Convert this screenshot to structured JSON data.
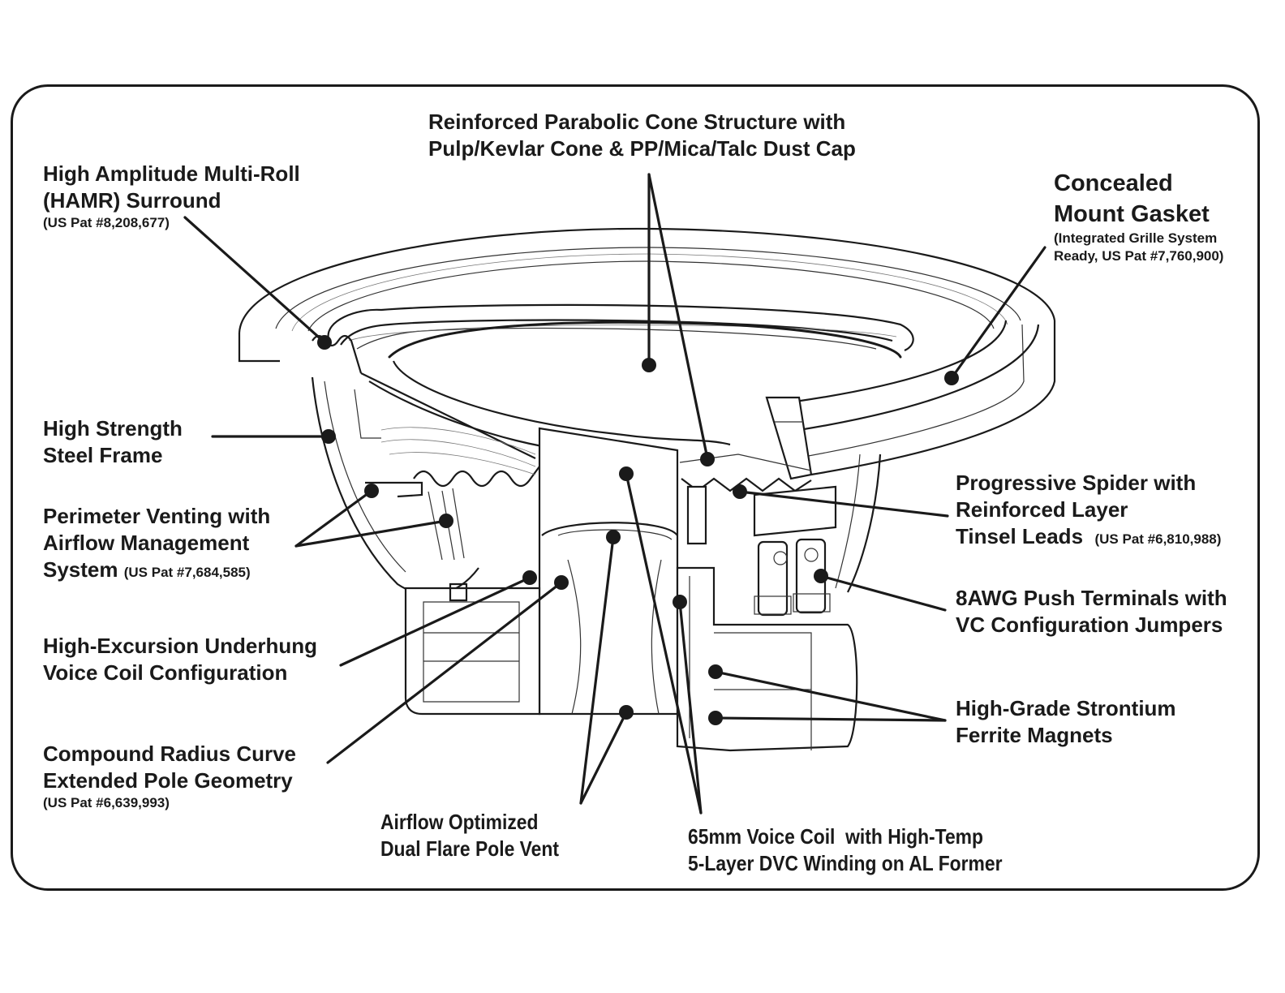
{
  "diagram": {
    "subject": "Subwoofer cutaway diagram",
    "labels": {
      "cone": {
        "lines": [
          "Reinforced Parabolic Cone Structure with",
          "Pulp/Kevlar Cone & PP/Mica/Talc Dust Cap"
        ]
      },
      "surround": {
        "lines": [
          "High Amplitude Multi-Roll",
          "(HAMR) Surround"
        ],
        "note": "(US Pat #8,208,677)"
      },
      "gasket": {
        "lines": [
          "Concealed",
          "Mount Gasket"
        ],
        "note_lines": [
          "(Integrated Grille System",
          "Ready, US Pat #7,760,900)"
        ]
      },
      "frame": {
        "lines": [
          "High Strength",
          "Steel Frame"
        ]
      },
      "venting": {
        "lines": [
          "Perimeter Venting with",
          "Airflow Management",
          "System"
        ],
        "note": "(US Pat #7,684,585)"
      },
      "spider": {
        "lines": [
          "Progressive Spider with",
          "Reinforced Layer",
          "Tinsel Leads"
        ],
        "note": "(US Pat #6,810,988)"
      },
      "terminals": {
        "lines": [
          "8AWG Push Terminals with",
          "VC Configuration Jumpers"
        ]
      },
      "underhung": {
        "lines": [
          "High-Excursion Underhung",
          "Voice Coil Configuration"
        ]
      },
      "pole": {
        "lines": [
          "Compound Radius Curve",
          "Extended Pole Geometry"
        ],
        "note": "(US Pat #6,639,993)"
      },
      "magnets": {
        "lines": [
          "High-Grade Strontium",
          "Ferrite Magnets"
        ]
      },
      "pole_vent": {
        "lines": [
          "Airflow Optimized",
          "Dual Flare Pole Vent"
        ]
      },
      "voice_coil": {
        "lines": [
          "65mm Voice Coil  with High-Temp",
          "5-Layer DVC Winding on AL Former"
        ]
      }
    },
    "colors": {
      "ink": "#1a1a1a",
      "paper": "#ffffff"
    }
  }
}
